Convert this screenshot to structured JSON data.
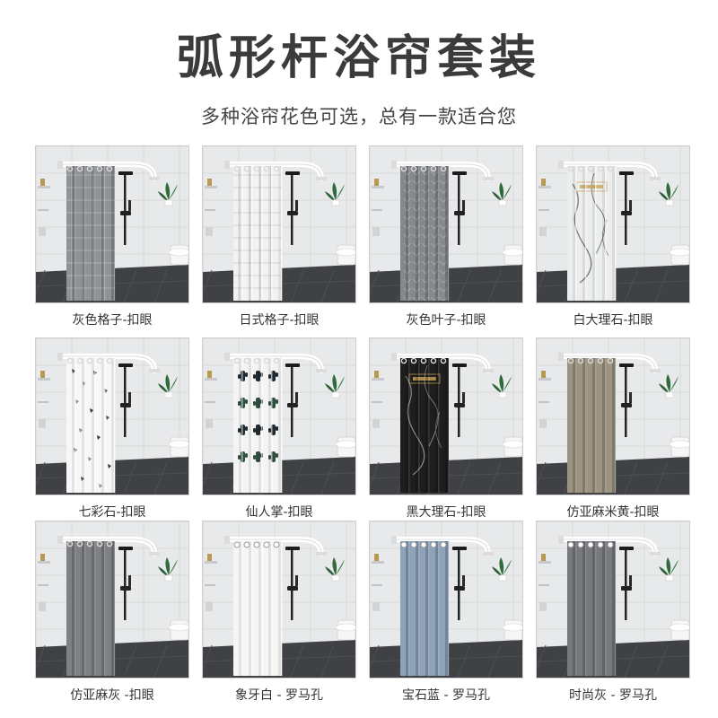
{
  "header": {
    "title": "弧形杆浴帘套装",
    "subtitle": "多种浴帘花色可选，总有一款适合您"
  },
  "products": [
    {
      "label": "灰色格子-扣眼",
      "curtain_color": "#8f9296",
      "pattern": "grid-dark",
      "hole": "eyelet",
      "rod": "#ffffff"
    },
    {
      "label": "日式格子-扣眼",
      "curtain_color": "#f2f2f2",
      "pattern": "grid-light",
      "hole": "eyelet",
      "rod": "#ffffff"
    },
    {
      "label": "灰色叶子-扣眼",
      "curtain_color": "#85888c",
      "pattern": "leaf",
      "hole": "eyelet",
      "rod": "#ffffff"
    },
    {
      "label": "白大理石-扣眼",
      "curtain_color": "#eceded",
      "pattern": "marble-white",
      "hole": "eyelet",
      "rod": "#ffffff"
    },
    {
      "label": "七彩石-扣眼",
      "curtain_color": "#f7f7f7",
      "pattern": "terrazzo",
      "hole": "eyelet",
      "rod": "#ffffff"
    },
    {
      "label": "仙人掌-扣眼",
      "curtain_color": "#f4f4f4",
      "pattern": "cactus",
      "hole": "eyelet",
      "rod": "#ffffff"
    },
    {
      "label": "黑大理石-扣眼",
      "curtain_color": "#1e1e1e",
      "pattern": "marble-black",
      "hole": "eyelet",
      "rod": "#ffffff"
    },
    {
      "label": "仿亚麻米黄-扣眼",
      "curtain_color": "#9c9480",
      "pattern": "plain",
      "hole": "eyelet",
      "rod": "#ffffff"
    },
    {
      "label": "仿亚麻灰 -扣眼",
      "curtain_color": "#7f8083",
      "pattern": "plain",
      "hole": "eyelet",
      "rod": "#ffffff"
    },
    {
      "label": "象牙白 - 罗马孔",
      "curtain_color": "#f6f6f4",
      "pattern": "plain",
      "hole": "roman",
      "rod": "#ffffff"
    },
    {
      "label": "宝石蓝 - 罗马孔",
      "curtain_color": "#8ea2b8",
      "pattern": "plain",
      "hole": "roman",
      "rod": "#ffffff"
    },
    {
      "label": "时尚灰 - 罗马孔",
      "curtain_color": "#77797d",
      "pattern": "plain",
      "hole": "roman",
      "rod": "#ffffff"
    }
  ]
}
